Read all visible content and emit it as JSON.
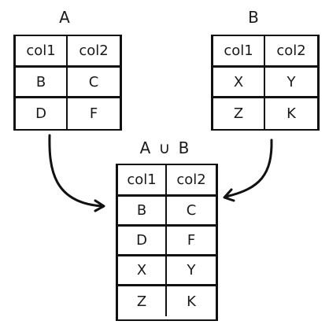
{
  "table_a": {
    "title": "A",
    "headers": [
      "col1",
      "col2"
    ],
    "rows": [
      [
        "B",
        "C"
      ],
      [
        "D",
        "F"
      ]
    ]
  },
  "table_b": {
    "title": "B",
    "headers": [
      "col1",
      "col2"
    ],
    "rows": [
      [
        "X",
        "Y"
      ],
      [
        "Z",
        "K"
      ]
    ]
  },
  "table_union": {
    "title": "A ∪ B",
    "headers": [
      "col1",
      "col2"
    ],
    "rows": [
      [
        "B",
        "C"
      ],
      [
        "D",
        "F"
      ],
      [
        "X",
        "Y"
      ],
      [
        "Z",
        "K"
      ]
    ]
  }
}
